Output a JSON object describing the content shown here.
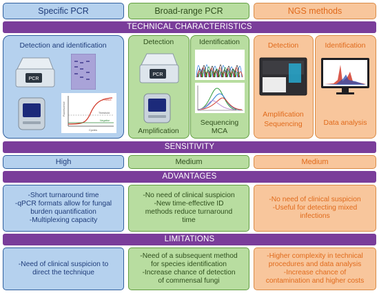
{
  "columns": {
    "specific_pcr": "Specific PCR",
    "broad_range_pcr": "Broad-range PCR",
    "ngs_methods": "NGS methods"
  },
  "sections": {
    "technical": "TECHNICAL CHARACTERISTICS",
    "sensitivity": "SENSITIVITY",
    "advantages": "ADVANTAGES",
    "limitations": "LIMITATIONS"
  },
  "technical": {
    "specific": {
      "title": "Detection and identification"
    },
    "broad": {
      "detection": "Detection",
      "identification": "Identification",
      "amplification": "Amplification",
      "sequencing": "Sequencing",
      "mca": "MCA"
    },
    "ngs": {
      "detection": "Detection",
      "identification": "Identification",
      "amplification": "Amplification",
      "sequencing": "Sequencing",
      "data_analysis": "Data analysis"
    }
  },
  "sensitivity": {
    "specific": "High",
    "broad": "Medium",
    "ngs": "Medium"
  },
  "advantages": {
    "specific": [
      "-Short turnaround time",
      "-qPCR formats allow for fungal",
      "burden quantification",
      "-Multiplexing capacity"
    ],
    "broad": [
      "-No need of clinical suspicion",
      "-New time-effective ID",
      "methods reduce turnaround",
      "time"
    ],
    "ngs": [
      "-No need of clinical suspicion",
      "-Useful for detecting mixed",
      "infections"
    ]
  },
  "limitations": {
    "specific": [
      "-Need of clinical suspicion to",
      "direct the technique"
    ],
    "broad": [
      "-Need of a subsequent method",
      "for species identification",
      "-Increase chance of detection",
      "of commensal fungi"
    ],
    "ngs": [
      "-Higher complexity in technical",
      "procedures and data analysis",
      "-Increase chance of",
      "contamination and higher costs"
    ]
  },
  "amplification_plot": {
    "ylabel": "Fluorescence",
    "xlabel": "Cycles",
    "positive": "Positive",
    "threshold": "Threshold",
    "negative": "Negative"
  },
  "thermocycler_label": "PCR",
  "colors": {
    "purple": "#7a3d9a",
    "blue": "#b5d1ee",
    "green": "#b8dda0",
    "orange": "#f8c69c",
    "ngs_text": "#e06a1b"
  }
}
